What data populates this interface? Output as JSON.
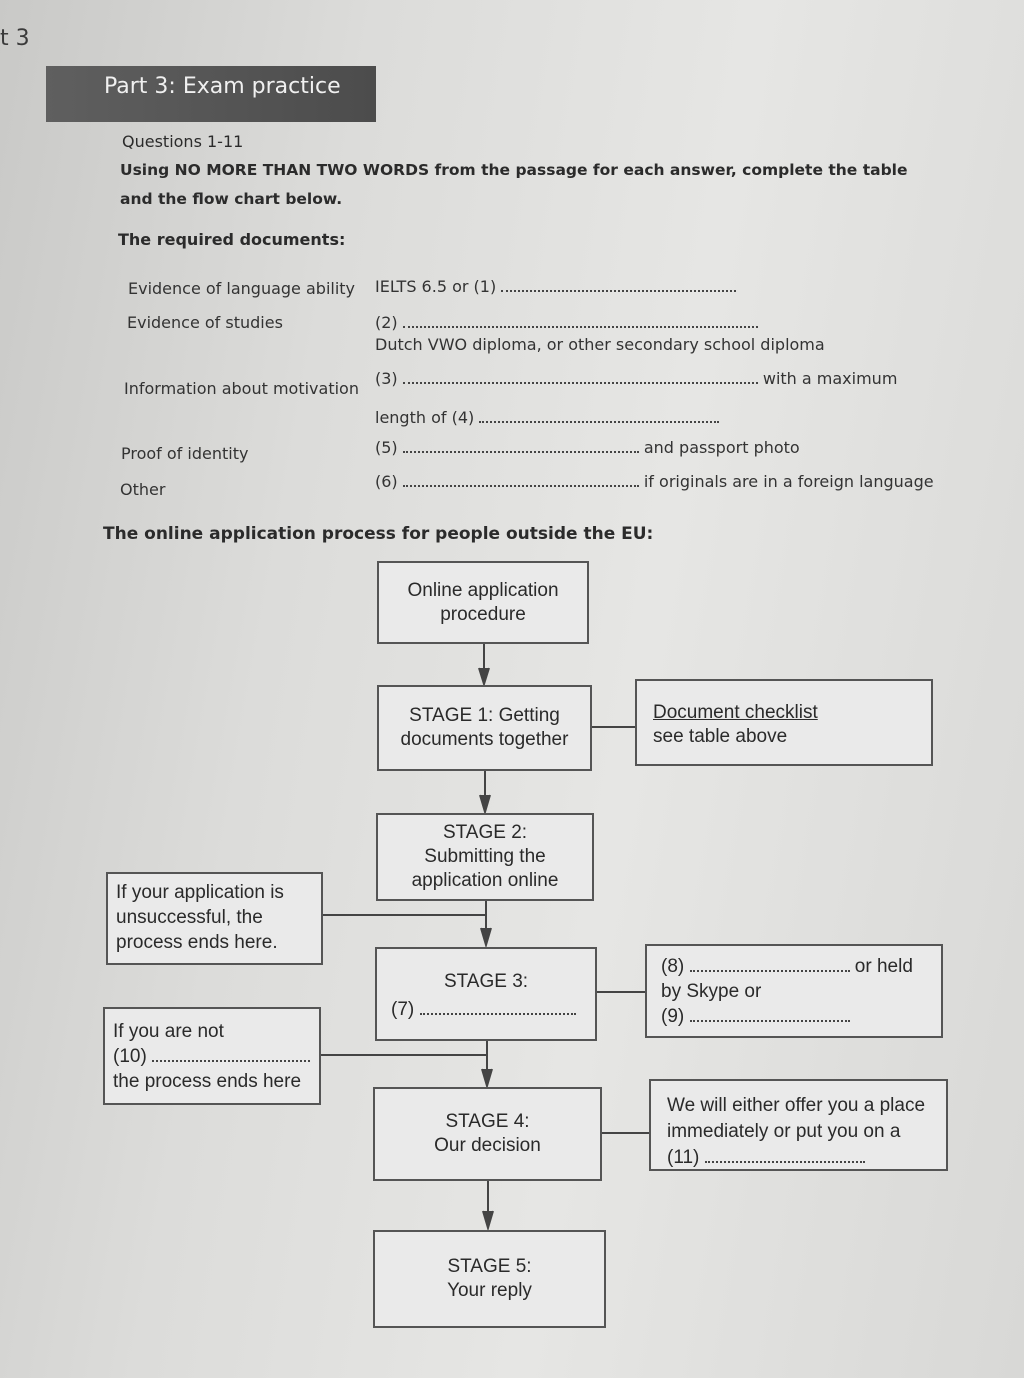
{
  "unit_label": "t 3",
  "part_title": "Part 3: Exam practice",
  "questions_heading": "Questions 1-11",
  "instructions_line1": "Using NO MORE THAN TWO WORDS from the passage for each answer, complete the table",
  "instructions_line2": "and the flow chart below.",
  "required_heading": "The required documents:",
  "rows": {
    "lang_label": "Evidence of language ability",
    "lang_value": "IELTS 6.5 or (1)",
    "studies_label": "Evidence of studies",
    "studies_value": "(2)",
    "studies_note": "Dutch VWO diploma, or other secondary school diploma",
    "motivation_label": "Information about motivation",
    "motivation_value": "(3)",
    "motivation_suffix": "with a maximum",
    "motivation_line2": "length of (4)",
    "identity_label": "Proof of identity",
    "identity_value": "(5)",
    "identity_suffix": "and passport photo",
    "other_label": "Other",
    "other_value": "(6)",
    "other_suffix": "if originals are in a foreign language"
  },
  "process_heading": "The online application process for people outside the EU:",
  "flow": {
    "start_line1": "Online application",
    "start_line2": "procedure",
    "stage1_line1": "STAGE 1: Getting",
    "stage1_line2": "documents together",
    "checklist_title": "Document checklist",
    "checklist_line2": "see table above",
    "stage2_line1": "STAGE 2:",
    "stage2_line2": "Submitting the",
    "stage2_line3": "application online",
    "unsuccessful_line1": "If your application is",
    "unsuccessful_line2": "unsuccessful, the",
    "unsuccessful_line3": "process ends here.",
    "stage3_line1": "STAGE 3:",
    "stage3_line2": "(7)",
    "skype_line1_num": "(8)",
    "skype_line1_suffix": "or held",
    "skype_line2": "by Skype or",
    "skype_line3_num": "(9)",
    "notq_line1": "If you are not",
    "notq_line2": "(10)",
    "notq_line3": "the process ends here",
    "stage4_line1": "STAGE 4:",
    "stage4_line2": "Our decision",
    "offer_line1": "We will either offer you a place",
    "offer_line2": "immediately or put you on a",
    "offer_line3": "(11)",
    "stage5_line1": "STAGE 5:",
    "stage5_line2": "Your reply"
  }
}
